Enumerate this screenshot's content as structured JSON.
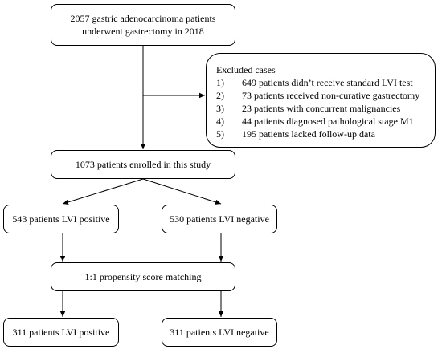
{
  "nodes": {
    "top": {
      "lines": [
        "2057 gastric adenocarcinoma patients",
        "underwent gastrectomy in 2018"
      ]
    },
    "excluded": {
      "header": "Excluded cases",
      "items": [
        {
          "num": "1)",
          "text": "649 patients didn’t receive standard LVI test"
        },
        {
          "num": "2)",
          "text": "73 patients received non-curative gastrectomy"
        },
        {
          "num": "3)",
          "text": "23 patients with concurrent malignancies"
        },
        {
          "num": "4)",
          "text": "44 patients diagnosed pathological stage M1"
        },
        {
          "num": "5)",
          "text": "195 patients lacked follow-up data"
        }
      ]
    },
    "enrolled": "1073 patients enrolled in this study",
    "lvi_positive": "543 patients LVI positive",
    "lvi_negative": "530 patients LVI negative",
    "matching": "1:1 propensity score matching",
    "matched_positive": "311 patients LVI positive",
    "matched_negative": "311 patients LVI negative"
  },
  "colors": {
    "stroke": "#000000",
    "background": "#ffffff"
  }
}
